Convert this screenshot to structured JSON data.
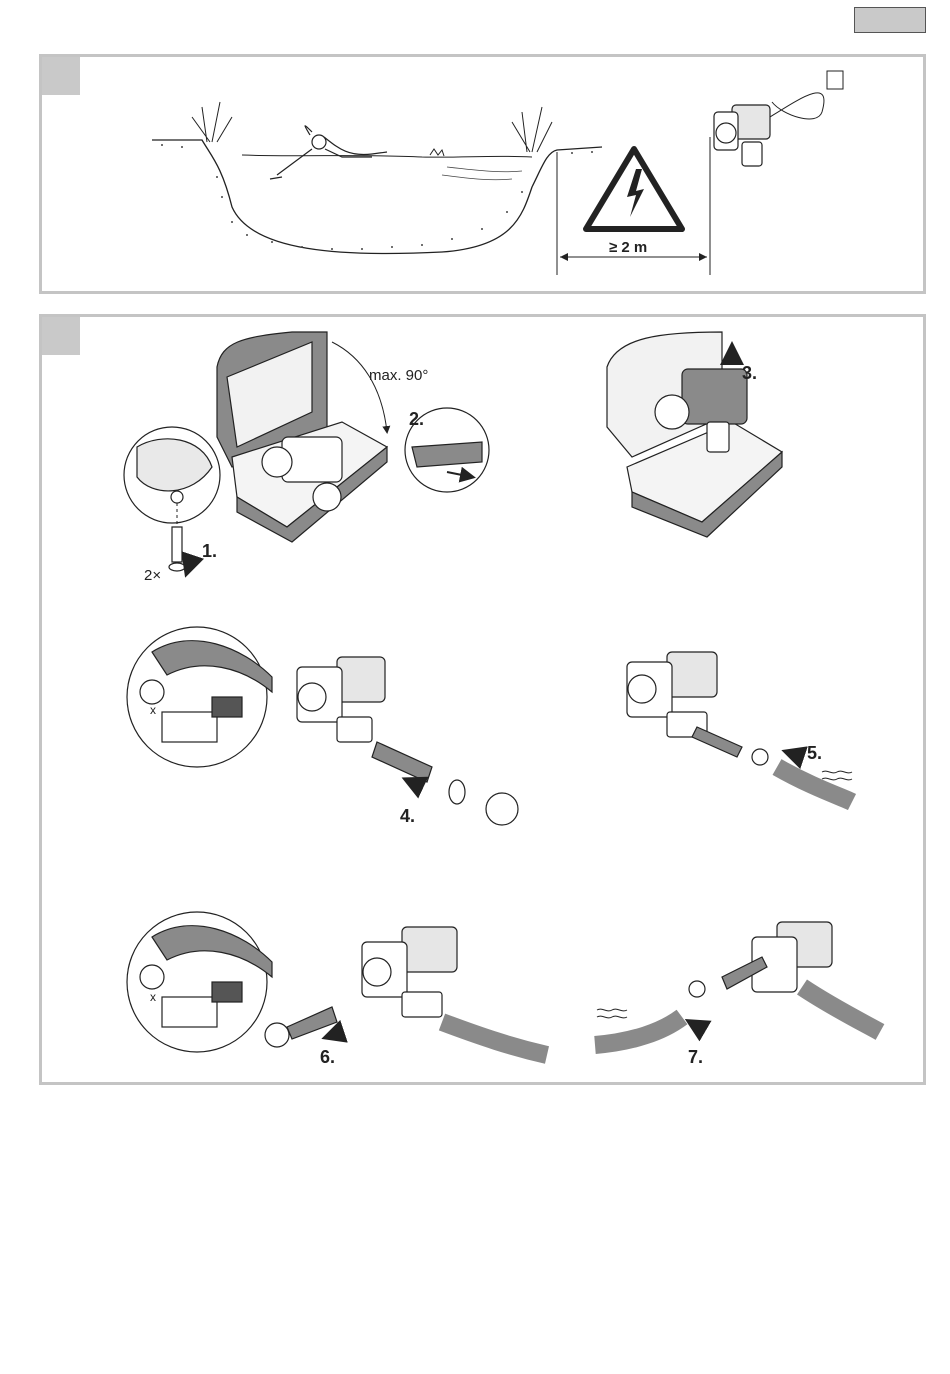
{
  "panel1": {
    "distance_label": "≥ 2 m"
  },
  "panel2": {
    "angle_label": "max. 90°",
    "screw_count_label": "2×",
    "measure_label": "x",
    "steps": {
      "s1": "1.",
      "s2": "2.",
      "s3": "3.",
      "s4": "4.",
      "s5": "5.",
      "s6": "6.",
      "s7": "7."
    }
  },
  "colors": {
    "frame": "#c4c4c4",
    "corner": "#c9c9c9",
    "hose": "#8a8a8a",
    "line": "#222222"
  },
  "icons": [
    "warning-electric-icon",
    "water-flow-icon",
    "arrow-icon",
    "screw-icon"
  ]
}
